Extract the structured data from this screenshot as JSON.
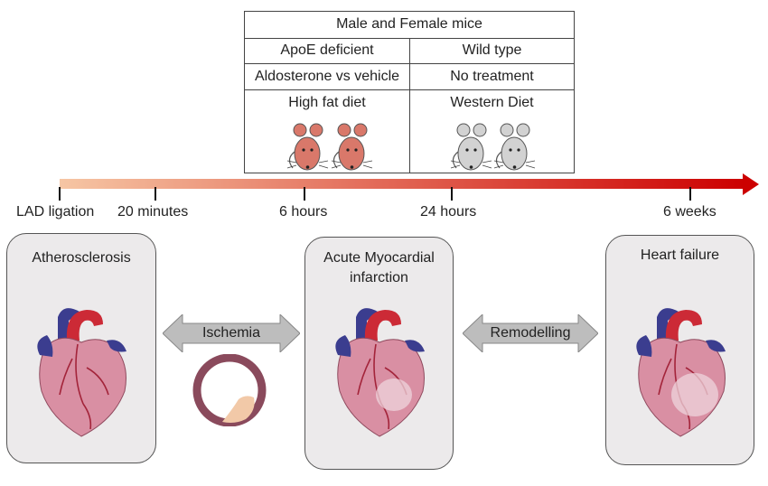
{
  "design": {
    "header": "Male and Female mice",
    "groups": [
      {
        "genotype": "ApoE deficient",
        "treatment": "Aldosterone vs vehicle",
        "diet": "High fat diet",
        "mouse_color": "#d9786a"
      },
      {
        "genotype": "Wild type",
        "treatment": "No treatment",
        "diet": "Western Diet",
        "mouse_color": "#d2d2d2"
      }
    ]
  },
  "timeline": {
    "gradient": [
      "#f6c6a4",
      "#cc0000"
    ],
    "ticks": [
      {
        "label": "LAD ligation"
      },
      {
        "label": "20 minutes"
      },
      {
        "label": "6 hours"
      },
      {
        "label": "24 hours"
      },
      {
        "label": "6 weeks"
      }
    ]
  },
  "stages": [
    {
      "title": "Atherosclerosis"
    },
    {
      "title": "Acute Myocardial\ninfarction"
    },
    {
      "title": "Heart failure"
    }
  ],
  "transitions": [
    {
      "label": "Ischemia"
    },
    {
      "label": "Remodelling"
    }
  ],
  "colors": {
    "box_fill": "#eceaeb",
    "arrow_fill": "#bdbdbd",
    "vessel_wall": "#8a4a5c",
    "plaque": "#f2c9a8",
    "heart": "#d98fa3",
    "aorta": "#cc2a36",
    "vein": "#3b3d8f"
  }
}
